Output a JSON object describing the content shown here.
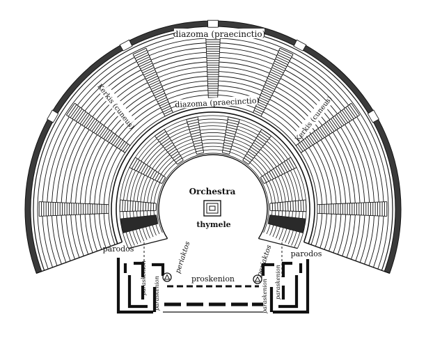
{
  "labels": {
    "outer_diazoma": "diazoma (praecinctio)",
    "inner_diazoma": "diazoma (praecinctio)",
    "kerkis_left": "Kerkis (cuneus)",
    "kerkis_right": "Kerkis (cuneus)",
    "orchestra": "Orchestra",
    "thymele": "thymele",
    "parodos_left": "parodos",
    "parodos_right": "parodos",
    "proskenion": "proskenion",
    "periaktos_left": "periaktos",
    "periaktos_right": "periaktos",
    "paraskenion_left_upper": "paraskenion",
    "paraskenion_left_lower": "paraskenion",
    "paraskenion_right_upper": "paraskenion",
    "paraskenion_right_lower": "paraskenion"
  },
  "style": {
    "ink": "#111111",
    "paper": "#ffffff"
  }
}
